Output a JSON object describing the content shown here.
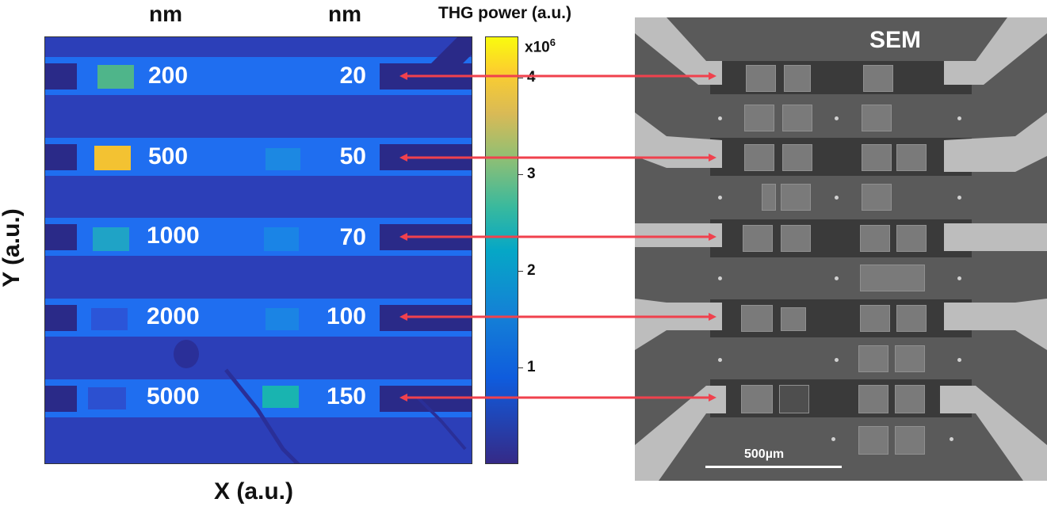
{
  "headers": {
    "left_unit": "nm",
    "right_unit": "nm"
  },
  "thg_map": {
    "x_label": "X (a.u.)",
    "y_label": "Y (a.u.)",
    "rows": [
      {
        "left": "200",
        "right": "20"
      },
      {
        "left": "500",
        "right": "50"
      },
      {
        "left": "1000",
        "right": "70"
      },
      {
        "left": "2000",
        "right": "100"
      },
      {
        "left": "5000",
        "right": "150"
      }
    ]
  },
  "colorbar": {
    "title": "THG power (a.u.)",
    "multiplier_base": "x10",
    "multiplier_exp": "6",
    "ticks": [
      "1",
      "2",
      "3",
      "4"
    ]
  },
  "sem": {
    "label": "SEM",
    "scale_bar": "500µm"
  },
  "colors": {
    "arrow": "#f0414d",
    "map_background": "#2c3fb8",
    "stripe": "#1f6ef0"
  }
}
